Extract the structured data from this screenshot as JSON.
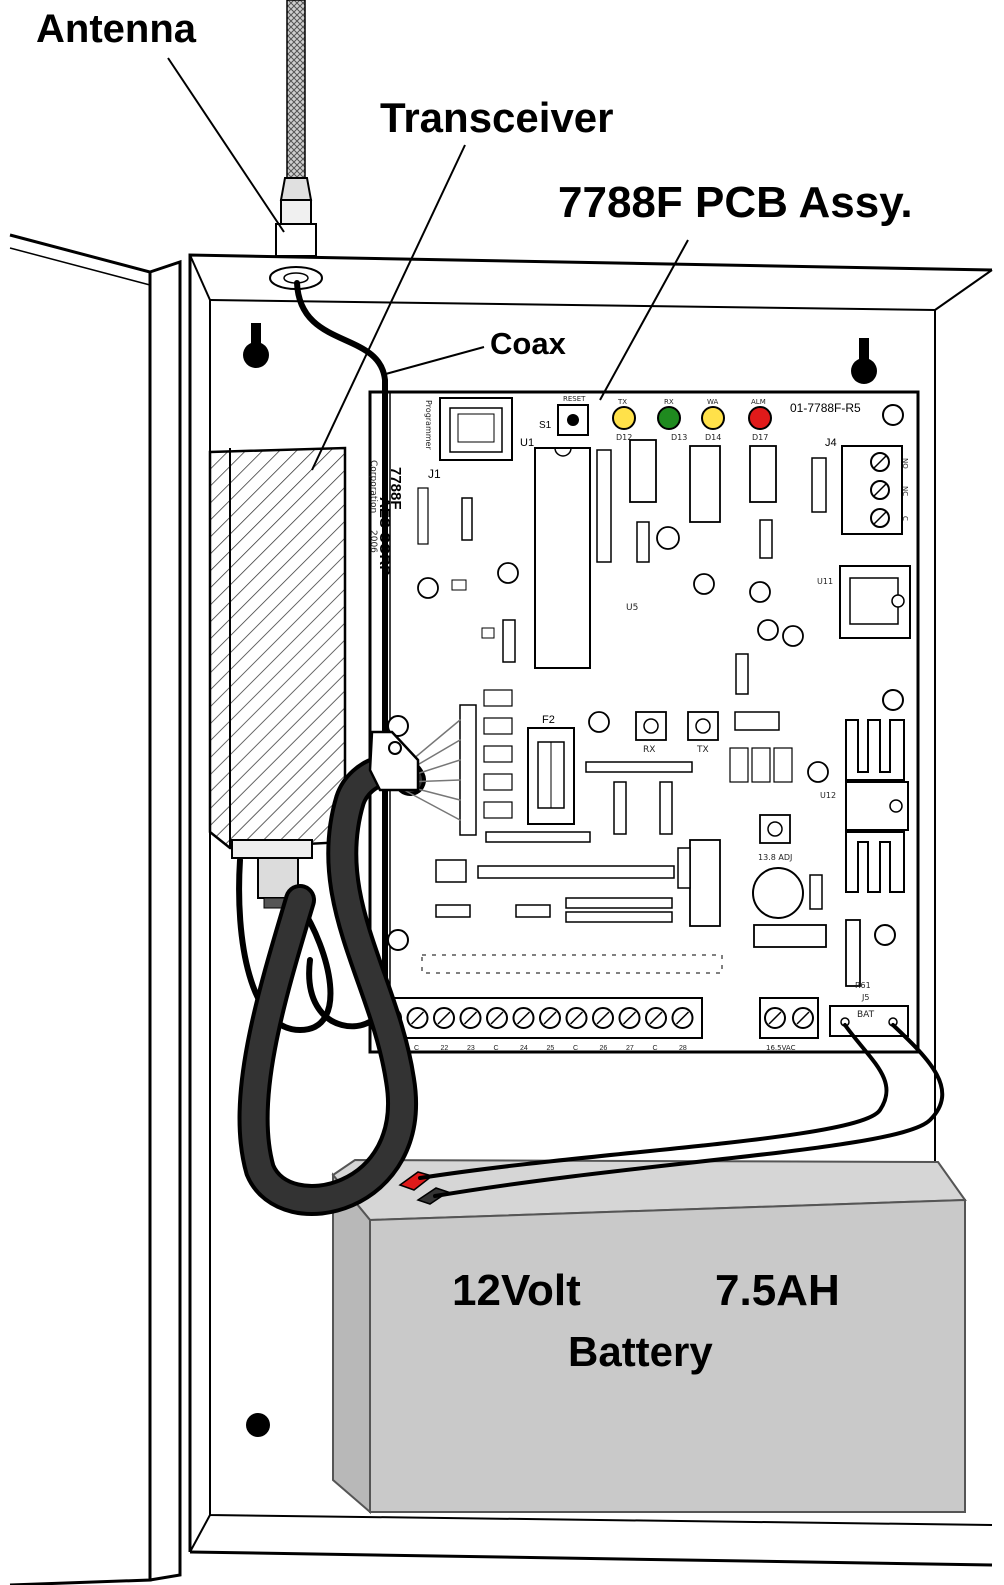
{
  "callouts": {
    "antenna": "Antenna",
    "transceiver": "Transceiver",
    "pcb_assembly": "7788F PCB Assy.",
    "coax": "Coax"
  },
  "pcb": {
    "part_number": "01-7788F-R5",
    "model": "7788F",
    "maker": "AES CORP",
    "corporation": "Corporation",
    "year": "2006",
    "programmer_label": "Programmer",
    "reset_label": "RESET",
    "switch_label": "S1",
    "led_labels": [
      "TX",
      "RX",
      "WA",
      "ALM"
    ],
    "led_colors": [
      "#ffe14a",
      "#1f8a1f",
      "#ffe14a",
      "#e01a1a"
    ],
    "led_refs": [
      "D12",
      "D13",
      "D14",
      "D17"
    ],
    "chip_u1": "U1",
    "jack_j1": "J1",
    "header_j4": "J4",
    "relay_terms": [
      "NO",
      "NC",
      "C"
    ],
    "fuse_f2": "F2",
    "pot_labels": [
      "RX",
      "TX"
    ],
    "adj_label": "13.8 ADJ",
    "reg_u11": "U11",
    "reg_u12": "U12",
    "u5_label": "U5",
    "r61_label": "R61",
    "j5_label": "J5",
    "bat_label": "BAT",
    "terminal_labels": [
      "C",
      "22",
      "23",
      "C",
      "24",
      "25",
      "C",
      "26",
      "27",
      "C",
      "28"
    ],
    "ac_label": "16.5VAC"
  },
  "battery": {
    "voltage": "12Volt",
    "capacity": "7.5AH",
    "label": "Battery",
    "colors": {
      "body": "#c9c9c9",
      "top": "#d6d6d6",
      "edge": "#555555"
    }
  },
  "colors": {
    "outline": "#000000",
    "enclosure": "#ffffff",
    "coax_cable": "#333333",
    "wire_positive": "#e01a1a"
  }
}
